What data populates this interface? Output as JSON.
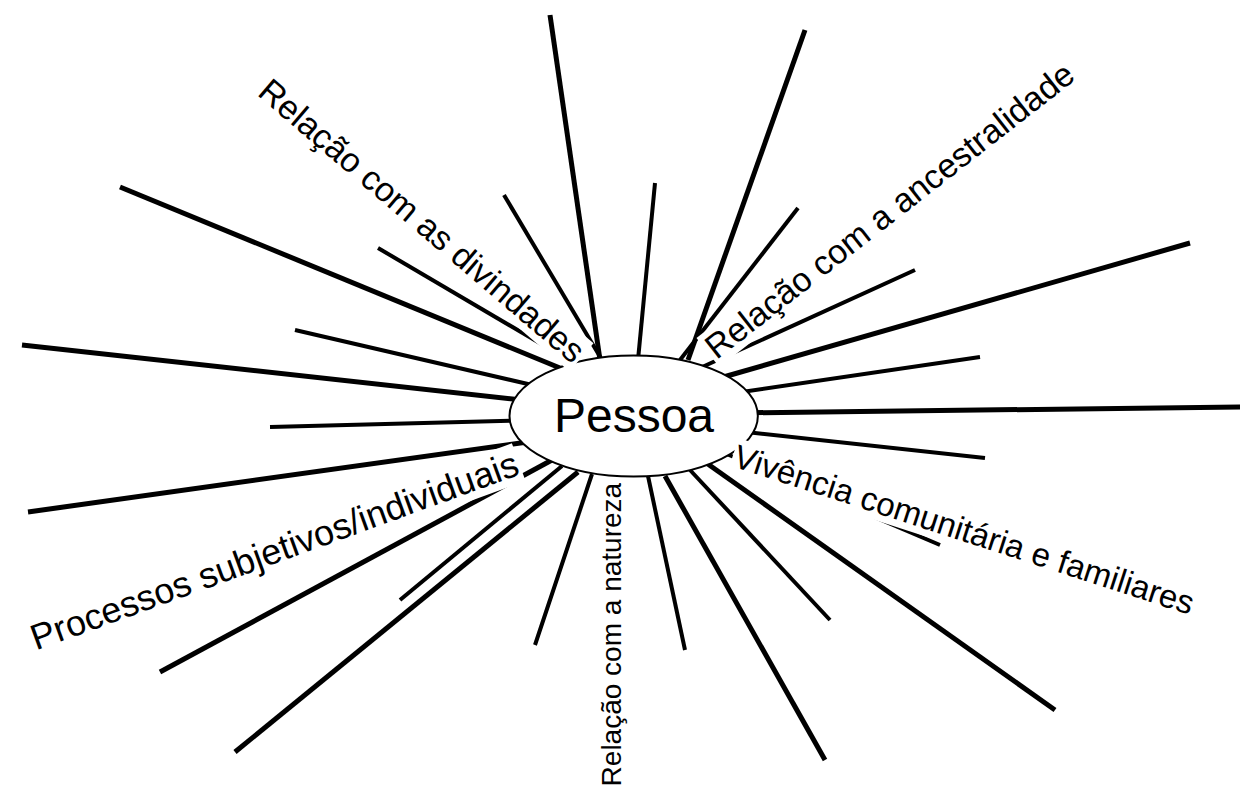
{
  "diagram": {
    "nodes": [
      {
        "text": [
          "Pessoa"
        ]
      }
    ],
    "labels": [
      "Relação com as divindades",
      "Relação com a ancestralidade",
      "Vivência comunitária e familiares",
      "Relação com a natureza",
      "Processos subjetivos/individuais"
    ]
  }
}
